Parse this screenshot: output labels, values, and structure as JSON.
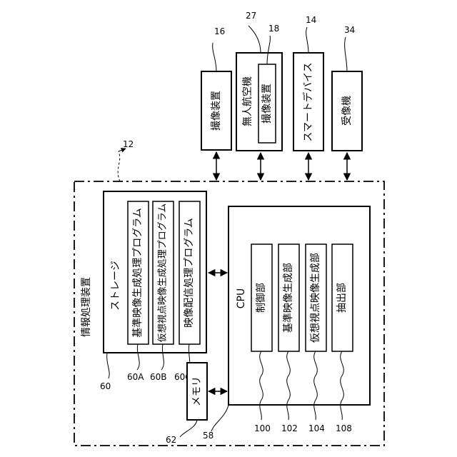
{
  "diagram": {
    "top_devices": [
      {
        "ref": "16",
        "label": "撮像装置"
      },
      {
        "ref": "27",
        "label": "無人航空機",
        "inner_ref": "18",
        "inner_label": "撮像装置"
      },
      {
        "ref": "14",
        "label": "スマートデバイス"
      },
      {
        "ref": "34",
        "label": "受像機"
      }
    ],
    "info_device": {
      "ref": "12",
      "label": "情報処理装置"
    },
    "storage": {
      "ref": "60",
      "label": "ストレージ",
      "programs": [
        {
          "ref": "60A",
          "label": "基準映像生成処理プログラム"
        },
        {
          "ref": "60B",
          "label": "仮想視点映像生成処理プログラム"
        },
        {
          "ref": "60C",
          "label": "映像配信処理プログラム"
        }
      ]
    },
    "memory": {
      "ref": "62",
      "label": "メモリ"
    },
    "cpu": {
      "ref": "58",
      "label": "CPU",
      "units": [
        {
          "ref": "100",
          "label": "制御部"
        },
        {
          "ref": "102",
          "label": "基準映像生成部"
        },
        {
          "ref": "104",
          "label": "仮想視点映像生成部"
        },
        {
          "ref": "108",
          "label": "抽出部"
        }
      ]
    }
  }
}
